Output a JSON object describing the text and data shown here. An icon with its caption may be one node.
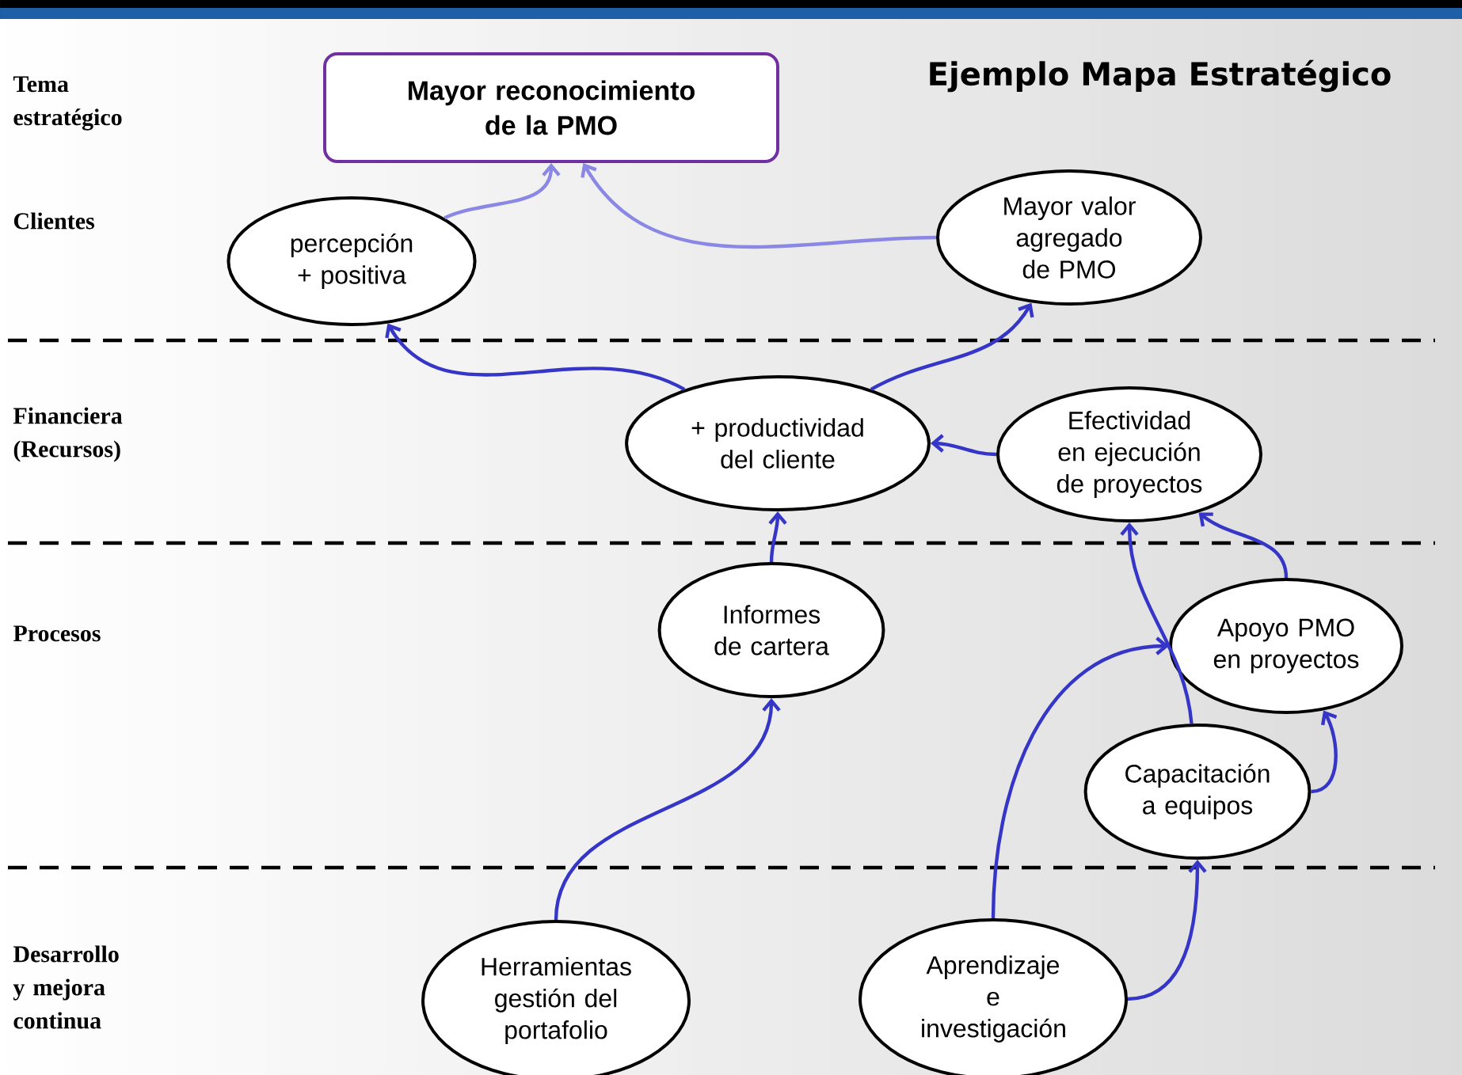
{
  "diagram": {
    "title": "Ejemplo Mapa Estratégico",
    "nodes": [
      {
        "text": [
          "Mayor reconocimiento de la PMO"
        ]
      },
      {
        "text": [
          "percepción + positiva"
        ]
      },
      {
        "text": [
          "Mayor valor agregado de PMO"
        ]
      },
      {
        "text": [
          "+ productividad del cliente"
        ]
      },
      {
        "text": [
          "Efectividad en ejecución de proyectos"
        ]
      },
      {
        "text": [
          "Informes de cartera"
        ]
      },
      {
        "text": [
          "Apoyo PMO en proyectos"
        ]
      },
      {
        "text": [
          "Capacitación a equipos"
        ]
      },
      {
        "text": [
          "Herramientas gestión del portafolio"
        ]
      },
      {
        "text": [
          "Aprendizaje e investigación"
        ]
      }
    ],
    "edges": [
      {
        "from": 1,
        "to": 0,
        "arrow": "to",
        "color": "#8a88e4"
      },
      {
        "from": 2,
        "to": 0,
        "arrow": "to",
        "color": "#8a88e4"
      },
      {
        "from": 3,
        "to": 1,
        "arrow": "to"
      },
      {
        "from": 3,
        "to": 2,
        "arrow": "to"
      },
      {
        "from": 4,
        "to": 3,
        "arrow": "to"
      },
      {
        "from": 5,
        "to": 3,
        "arrow": "to"
      },
      {
        "from": 6,
        "to": 4,
        "arrow": "to"
      },
      {
        "from": 7,
        "to": 4,
        "arrow": "to"
      },
      {
        "from": 7,
        "to": 6,
        "arrow": "to"
      },
      {
        "from": 8,
        "to": 5,
        "arrow": "to"
      },
      {
        "from": 9,
        "to": 6,
        "arrow": "to"
      },
      {
        "from": 9,
        "to": 7,
        "arrow": "to"
      }
    ],
    "labels": [
      "Tema estratégico",
      "Clientes",
      "Financiera (Recursos)",
      "Procesos",
      "Desarrollo y mejora continua"
    ]
  }
}
